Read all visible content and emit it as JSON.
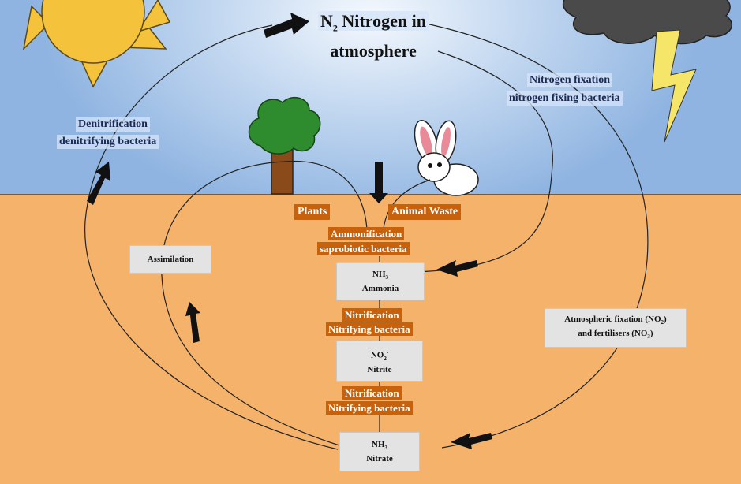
{
  "title": {
    "line1_prefix": "N",
    "line1_sub": "2",
    "line1_rest": " Nitrogen in",
    "line2": "atmosphere"
  },
  "sky_labels": {
    "nitrogen_fixation": "Nitrogen fixation",
    "nitrogen_fixing_bacteria": "nitrogen fixing bacteria",
    "denitrification": "Denitrification",
    "denitrifying_bacteria": "denitrifying bacteria"
  },
  "ground_labels": {
    "plants": "Plants",
    "animal_waste": "Animal Waste",
    "ammonification": "Ammonification",
    "saprobiotic_bacteria": "saprobiotic bacteria",
    "nitrification_1": "Nitrification",
    "nitrifying_bacteria_1": "Nitrifying bacteria",
    "nitrification_2": "Nitrification",
    "nitrifying_bacteria_2": "Nitrifying bacteria"
  },
  "boxes": {
    "assimilation": "Assimilation",
    "ammonia": {
      "formula": "NH",
      "formula_sub": "3",
      "name": "Ammonia"
    },
    "nitrite": {
      "formula": "NO",
      "formula_sub": "2",
      "formula_sup": "-",
      "name": "Nitrite"
    },
    "nitrate": {
      "formula": "NH",
      "formula_sub": "3",
      "name": "Nitrate"
    },
    "atmospheric": {
      "line1_prefix": "Atmospheric fixation (NO",
      "line1_sub": "2",
      "line1_suffix": ")",
      "line2_prefix": "and fertilisers (NO",
      "line2_sub": "3",
      "line2_suffix": ")"
    }
  },
  "colors": {
    "sky": "#8fb4e1",
    "ground": "#f4b26b",
    "label_orange": "#c8610c",
    "box_grey": "#e3e3e3",
    "sun": "#f5c33b",
    "cloud": "#4a4a4a",
    "lightning": "#f5e66a",
    "trunk": "#8b4a1a",
    "leaves": "#2e8b2e"
  },
  "icons": [
    "sun-icon",
    "storm-cloud-icon",
    "lightning-icon",
    "tree-icon",
    "rabbit-icon",
    "arrow-icon"
  ]
}
